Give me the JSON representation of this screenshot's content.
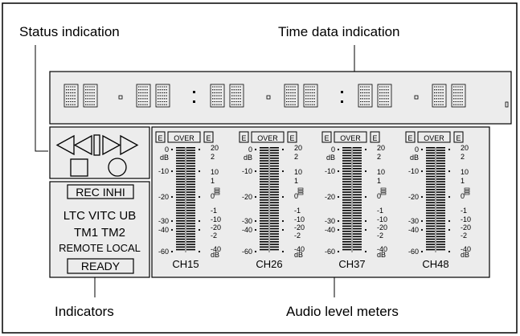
{
  "callouts": {
    "status": "Status indication",
    "time": "Time data indication",
    "indicators": "Indicators",
    "meters": "Audio level meters"
  },
  "indicators": {
    "rec_inhi": "REC INHI",
    "line1": "LTC VITC UB",
    "line2": "TM1 TM2",
    "line3": "REMOTE LOCAL",
    "ready": "READY"
  },
  "meter_labels": {
    "e": "E",
    "over": "OVER",
    "left_scale": [
      "0",
      "-10",
      "-20",
      "-30",
      "-40",
      "-60"
    ],
    "left_db": "dB",
    "right_scale": [
      "20",
      "2",
      "10",
      "1",
      "0",
      "-1",
      "-10",
      "-20",
      "-2",
      "-40"
    ],
    "right_db": "dB"
  },
  "channels": [
    "CH15",
    "CH26",
    "CH37",
    "CH48"
  ],
  "colors": {
    "panel_background": "#ececec",
    "line": "#000000",
    "background": "#ffffff"
  },
  "icons": [
    "rewind-icon",
    "reverse-play-icon",
    "pause-icon",
    "play-icon",
    "fast-forward-icon",
    "stop-icon",
    "record-icon"
  ]
}
